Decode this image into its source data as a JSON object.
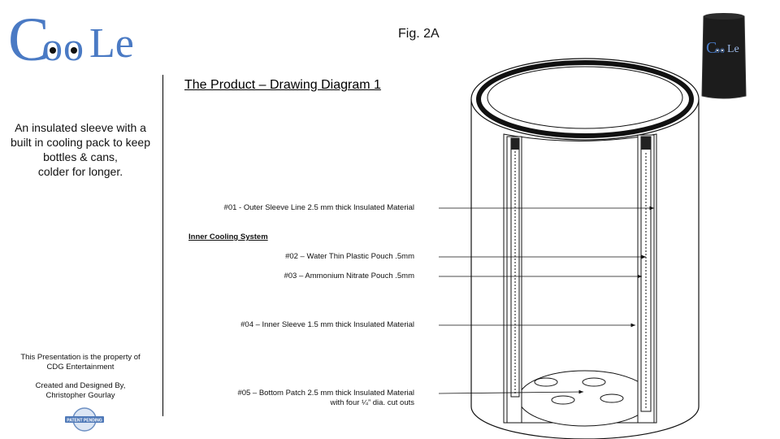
{
  "brand": {
    "logo_text": "CooLe"
  },
  "figure": {
    "label": "Fig. 2A"
  },
  "title": "The Product – Drawing Diagram 1",
  "tagline": [
    "An insulated sleeve with a",
    "built in cooling pack to keep",
    "bottles & cans,",
    "colder for longer."
  ],
  "property": [
    "This Presentation is the property of",
    "CDG Entertainment"
  ],
  "credits": [
    "Created and Designed By,",
    "Christopher Gourlay"
  ],
  "badge": {
    "text": "PATENT PENDING"
  },
  "labels": {
    "outer_sleeve": "#01 - Outer Sleeve Line 2.5 mm thick Insulated Material",
    "inner_system": "Inner Cooling System",
    "water_pouch": "#02 – Water Thin Plastic Pouch .5mm",
    "ammonium_pouch": "#03 – Ammonium Nitrate Pouch .5mm",
    "inner_sleeve": "#04 – Inner Sleeve 1.5 mm thick Insulated Material",
    "bottom_patch_1": "#05 – Bottom Patch 2.5 mm thick Insulated Material",
    "bottom_patch_2": "with four ¼” dia. cut outs"
  },
  "colors": {
    "logo_blue": "#4a7ac4",
    "ink": "#111111",
    "koozie": "#1c1c1c"
  }
}
